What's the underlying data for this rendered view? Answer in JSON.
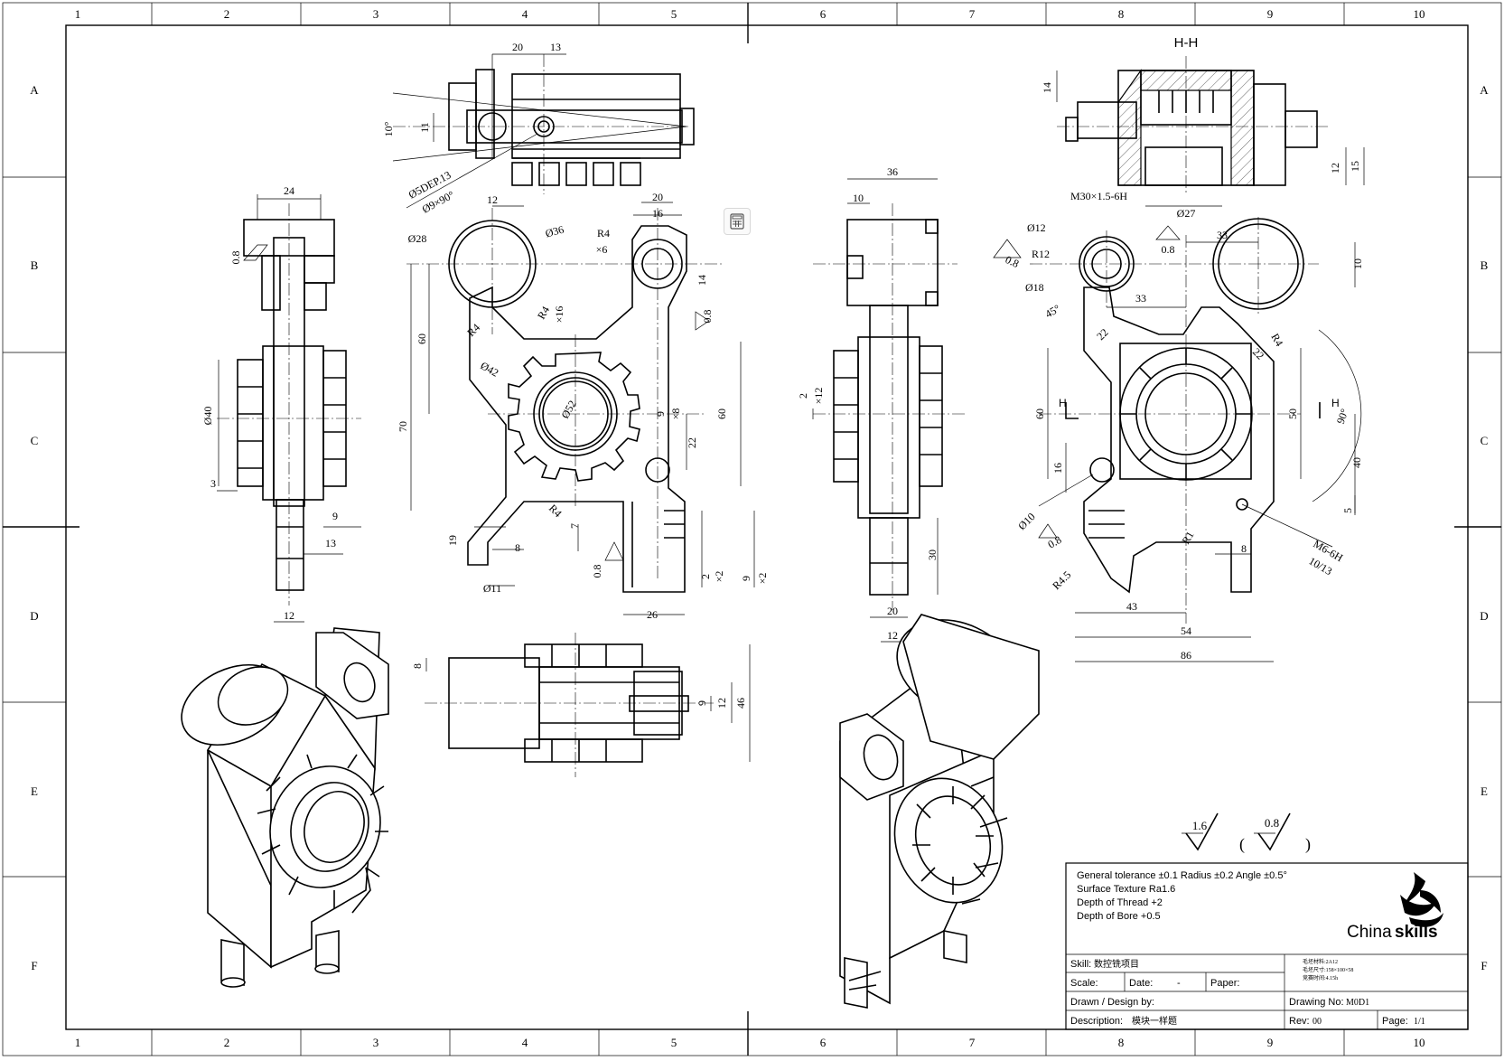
{
  "sheet": {
    "col_labels": [
      "1",
      "2",
      "3",
      "4",
      "5",
      "6",
      "7",
      "8",
      "9",
      "10"
    ],
    "row_labels": [
      "A",
      "B",
      "C",
      "D",
      "E",
      "F"
    ]
  },
  "section_label": "H-H",
  "section_marks": [
    "H",
    "H"
  ],
  "dimensions": {
    "top_view": [
      "20",
      "13",
      "10°",
      "11"
    ],
    "top_view_notes": [
      "Ø5DEP.13",
      "Ø9×90°"
    ],
    "left_view": [
      "24",
      "0.8",
      "Ø40",
      "3",
      "9",
      "13",
      "12"
    ],
    "front_view": [
      "12",
      "20",
      "16",
      "Ø28",
      "Ø36",
      "R4",
      "×6",
      "14",
      "0.8",
      "R4",
      "R4",
      "×16",
      "60",
      "Ø42",
      "Ø52",
      "70",
      "9",
      "×8",
      "60",
      "22",
      "R4",
      "7",
      "19",
      "8",
      "0.8",
      "Ø11",
      "2",
      "×2",
      "9",
      "×2",
      "26"
    ],
    "right_side_view": [
      "36",
      "10",
      "2",
      "×12",
      "30",
      "20",
      "12"
    ],
    "section_view": [
      "14",
      "12",
      "15",
      "M30×1.5-6H",
      "Ø27",
      "0.8"
    ],
    "main_view": [
      "Ø12",
      "0.8",
      "R12",
      "Ø18",
      "33",
      "33",
      "10",
      "45°",
      "22",
      "R4",
      "22",
      "60",
      "50",
      "90°",
      "40",
      "16",
      "5",
      "Ø10",
      "0.8",
      "R1",
      "8",
      "M6-6H",
      "10/13",
      "R4.5",
      "43",
      "54",
      "86"
    ],
    "bottom_view": [
      "8",
      "9",
      "12",
      "46"
    ]
  },
  "roughness": {
    "general": "1.6",
    "bracketed": "0.8",
    "open_paren": "(",
    "close_paren": ")"
  },
  "notes": [
    "General tolerance ±0.1  Radius ±0.2  Angle ±0.5°",
    "Surface Texture Ra1.6",
    "Depth of Thread +2",
    "Depth of Bore +0.5"
  ],
  "logo": {
    "text_a": "China",
    "text_b": "skills"
  },
  "title_block": {
    "skill_label": "Skill:",
    "skill_value": "数控铣项目",
    "scale_label": "Scale:",
    "date_label": "Date:",
    "date_value": "-",
    "paper_label": "Paper:",
    "drawn_label": "Drawn / Design by:",
    "drawing_no_label": "Drawing No:",
    "drawing_no_value": "M0D1",
    "description_label": "Description:",
    "description_value": "模块一样题",
    "rev_label": "Rev:",
    "rev_value": "00",
    "page_label": "Page:",
    "page_value": "1/1",
    "material_lines": [
      "毛坯材料:2A12",
      "毛坯尺寸:158×100×58",
      "竞赛时间:4.15h"
    ]
  },
  "toolbar": {
    "calc_icon": "calculator-icon"
  }
}
